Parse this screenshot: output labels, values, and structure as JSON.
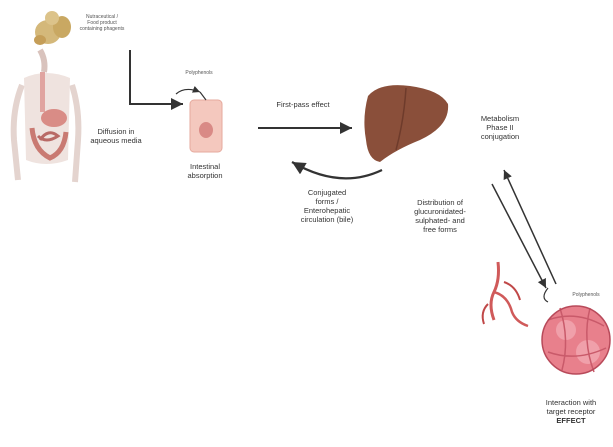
{
  "source_note": [
    "Nutraceutical /",
    "Food product",
    "containing phagents"
  ],
  "diffusion_label": [
    "Diffusion in",
    "aqueous media"
  ],
  "polyphenol_label_top": "Polyphenols",
  "intestinal_label": [
    "Intestinal",
    "absorption"
  ],
  "first_pass_label": "First-pass effect",
  "conjugated_label": [
    "Conjugated",
    "forms /",
    "Enterohepatic",
    "circulation (bile)"
  ],
  "metabolism_label": [
    "Metabolism",
    "Phase II",
    "conjugation"
  ],
  "distribution_label": [
    "Distribution of",
    "glucuronidated-",
    "sulphated- and",
    "free forms"
  ],
  "polyphenol_label_right": "Polyphenols",
  "interaction_label": [
    "Interaction with",
    "target receptor"
  ],
  "effect_label": "EFFECT",
  "colors": {
    "liver": "#8a4f3a",
    "cell": "#f4c8be",
    "receptor": "#e8808c",
    "arrow": "#333333"
  },
  "icons": [
    "food-source-icon",
    "human-body-icon",
    "intestinal-cell-icon",
    "liver-icon",
    "blood-vessel-icon",
    "receptor-cell-icon"
  ]
}
